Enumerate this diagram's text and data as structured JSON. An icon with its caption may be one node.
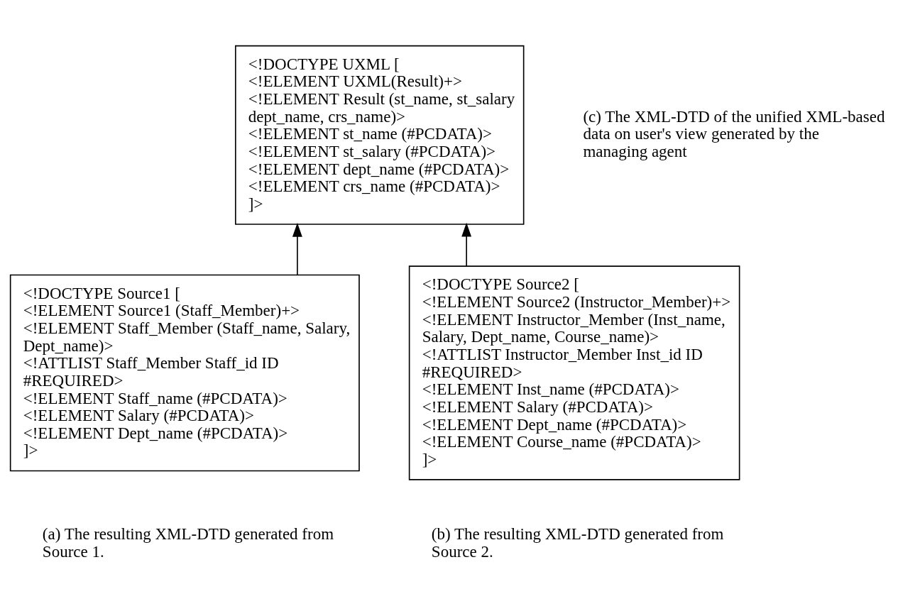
{
  "diagram": {
    "nodes": [
      {
        "text": [
          "<!DOCTYPE UXML [",
          "<!ELEMENT UXML(Result)+>",
          "<!ELEMENT Result (st_name, st_salary dept_name, crs_name)>",
          "<!ELEMENT st_name (#PCDATA)>",
          "<!ELEMENT st_salary (#PCDATA)>",
          "<!ELEMENT dept_name (#PCDATA)>",
          "<!ELEMENT crs_name (#PCDATA)>",
          "]>"
        ],
        "beside": [
          "(c) The XML-DTD of the unified XML-based data on user's view generated by the managing agent"
        ]
      },
      {
        "text": [
          "<!DOCTYPE Source1 [",
          "<!ELEMENT Source1 (Staff_Member)+>",
          "<!ELEMENT Staff_Member (Staff_name, Salary, Dept_name)>",
          "<!ATTLIST Staff_Member Staff_id ID #REQUIRED>",
          "<!ELEMENT Staff_name (#PCDATA)>",
          "<!ELEMENT Salary (#PCDATA)>",
          "<!ELEMENT Dept_name (#PCDATA)>",
          "]>"
        ],
        "beside": [
          "(a) The resulting XML-DTD generated from Source 1."
        ]
      },
      {
        "text": [
          "<!DOCTYPE Source2 [",
          "<!ELEMENT Source2 (Instructor_Member)+>",
          "<!ELEMENT Instructor_Member (Inst_name, Salary, Dept_name, Course_name)>",
          "<!ATTLIST Instructor_Member Inst_id ID #REQUIRED>",
          "<!ELEMENT Inst_name (#PCDATA)>",
          "<!ELEMENT Salary (#PCDATA)>",
          "<!ELEMENT Dept_name (#PCDATA)>",
          "<!ELEMENT Course_name (#PCDATA)>",
          "]>"
        ],
        "beside": [
          "(b) The resulting XML-DTD generated from Source 2."
        ]
      }
    ],
    "edges": [
      {
        "from": 1,
        "to": 0,
        "arrow": "to"
      },
      {
        "from": 2,
        "to": 0,
        "arrow": "to"
      }
    ]
  }
}
